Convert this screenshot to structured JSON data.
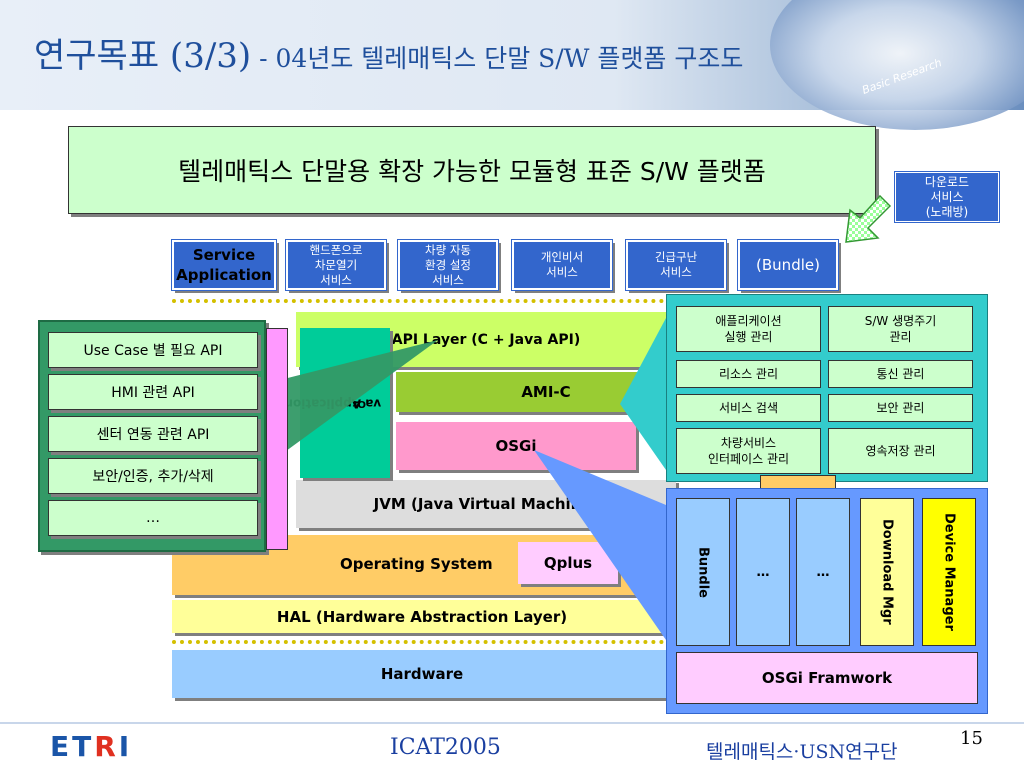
{
  "header": {
    "title_main": "연구목표 (3/3)",
    "title_sub": " - 04년도 텔레매틱스 단말 S/W 플랫폼 구조도",
    "globe_text": "Basic Research"
  },
  "banner": "텔레매틱스 단말용 확장 가능한 모듈형 표준 S/W 플랫폼",
  "download": {
    "line1": "다운로드",
    "line2": "서비스",
    "line3": "(노래방)"
  },
  "services": [
    {
      "line1": "Service",
      "line2": "Application"
    },
    {
      "line1": "핸드폰으로",
      "line2": "차문열기",
      "line3": "서비스"
    },
    {
      "line1": "차량 자동",
      "line2": "환경 설정",
      "line3": "서비스"
    },
    {
      "line1": "개인비서",
      "line2": "서비스"
    },
    {
      "line1": "긴급구난",
      "line2": "서비스"
    },
    {
      "line1": "(Bundle)"
    }
  ],
  "layers": {
    "api": "API Layer (C + Java API)",
    "ami": "AMI-C",
    "osgi": "OSGi",
    "jvm": "JVM (Java Virtual Machine)",
    "os": "Operating System",
    "qplus": "Qplus",
    "hal": "HAL (Hardware Abstraction Layer)",
    "hardware": "Hardware",
    "java_app_prefix": "Ot",
    "java_app": "va Application"
  },
  "api_items": [
    "Use Case 별 필요 API",
    "HMI 관련 API",
    "센터 연동 관련 API",
    "보안/인증, 추가/삭제",
    "…"
  ],
  "functions": [
    {
      "line1": "애플리케이션",
      "line2": "실행 관리"
    },
    {
      "line1": "S/W 생명주기",
      "line2": "관리"
    },
    {
      "line1": "리소스 관리"
    },
    {
      "line1": "통신 관리"
    },
    {
      "line1": "서비스 검색"
    },
    {
      "line1": "보안 관리"
    },
    {
      "line1": "차량서비스",
      "line2": "인터페이스 관리"
    },
    {
      "line1": "영속저장 관리"
    }
  ],
  "osgi_panel": {
    "bundles": [
      "Bundle",
      "…",
      "…",
      "Download Mgr",
      "Device Manager"
    ],
    "framework": "OSGi Framwork"
  },
  "footer": {
    "logo_left": "ET",
    "logo_r": "R",
    "logo_right": "I",
    "conference": "ICAT2005",
    "org": "텔레매틱스·USN연구단",
    "page": "15"
  },
  "colors": {
    "title": "#1f4f9c",
    "service_box": "#3366cc",
    "banner": "#ccffcc",
    "api_panel": "#339966",
    "func_panel": "#33cccc",
    "osgi_panel": "#6699ff"
  }
}
